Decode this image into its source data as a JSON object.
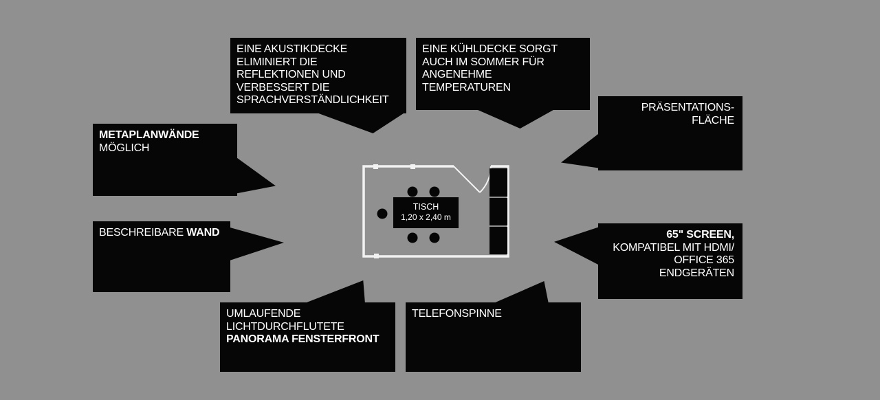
{
  "colors": {
    "bg": "#909090",
    "callout_bg": "#060606",
    "text": "#ffffff",
    "wall": "#f2f2f2"
  },
  "callouts": {
    "akustikdecke": {
      "lines": [
        "EINE AKUSTIKDECKE",
        "ELIMINIERT DIE",
        "REFLEKTIONEN UND",
        "VERBESSERT DIE",
        "SPRACHVERSTÄNDLICHKEIT"
      ]
    },
    "kuehldecke": {
      "lines": [
        "EINE KÜHLDECKE SORGT",
        "AUCH IM SOMMER FÜR",
        "ANGENEHME",
        "TEMPERATUREN"
      ]
    },
    "praesentationsflaeche": {
      "lines": [
        "PRÄSENTATIONS-",
        "FLÄCHE"
      ]
    },
    "metaplanwaende": {
      "line_bold": "METAPLANWÄNDE",
      "line_regular": "MÖGLICH"
    },
    "beschreibbare_wand": {
      "segment_regular": "BESCHREIBARE ",
      "segment_bold": "WAND"
    },
    "fensterfront": {
      "line_regular_1": "UMLAUFENDE",
      "line_regular_2": "LICHTDURCHFLUTETE",
      "line_bold": "PANORAMA FENSTERFRONT"
    },
    "telefonspinne": {
      "label": "TELEFONSPINNE"
    },
    "screen": {
      "line_bold": "65\" SCREEN,",
      "lines_regular": [
        "KOMPATIBEL MIT HDMI/",
        "OFFICE 365",
        "ENDGERÄTEN"
      ]
    }
  },
  "floorplan": {
    "table_name": "TISCH",
    "table_size": "1,20 x 2,40 m"
  }
}
